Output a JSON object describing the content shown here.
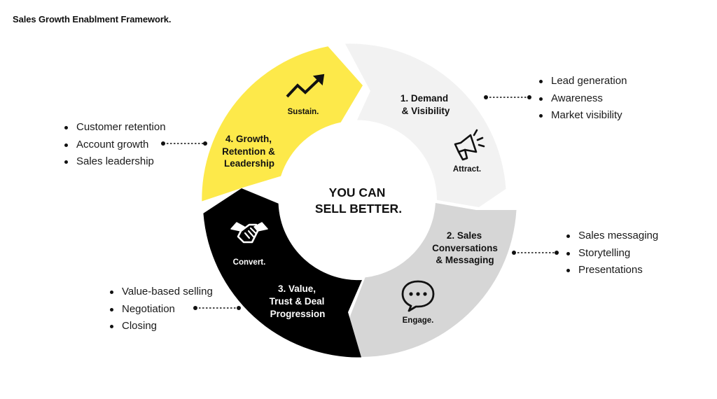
{
  "title": "Sales Growth Enablment Framework.",
  "center": {
    "line1": "YOU CAN",
    "line2": "SELL BETTER."
  },
  "segments": [
    {
      "label_lines": [
        "1. Demand",
        "& Visibility"
      ],
      "sub": "Attract.",
      "icon": "megaphone-icon",
      "fill": "#f2f2f2",
      "text_color": "#111111",
      "bullets": [
        "Lead generation",
        "Awareness",
        "Market visibility"
      ]
    },
    {
      "label_lines": [
        "2. Sales",
        "Conversations",
        "& Messaging"
      ],
      "sub": "Engage.",
      "icon": "chat-bubble-icon",
      "fill": "#d6d6d6",
      "text_color": "#111111",
      "bullets": [
        "Sales messaging",
        "Storytelling",
        "Presentations"
      ]
    },
    {
      "label_lines": [
        "3. Value,",
        "Trust & Deal",
        "Progression"
      ],
      "sub": "Convert.",
      "icon": "handshake-icon",
      "fill": "#000000",
      "text_color": "#ffffff",
      "bullets": [
        "Value-based selling",
        "Negotiation",
        "Closing"
      ]
    },
    {
      "label_lines": [
        "4. Growth,",
        "Retention &",
        "Leadership"
      ],
      "sub": "Sustain.",
      "icon": "trending-up-icon",
      "fill": "#fde94a",
      "text_color": "#111111",
      "bullets": [
        "Customer retention",
        "Account growth",
        "Sales leadership"
      ]
    }
  ]
}
